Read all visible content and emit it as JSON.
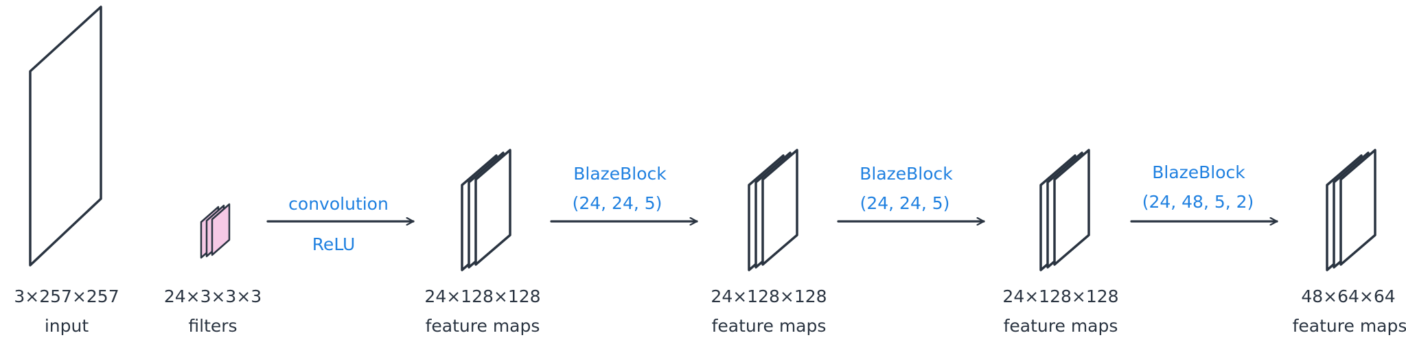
{
  "nodes": [
    {
      "id": "input",
      "dims": "3×257×257",
      "caption": "input"
    },
    {
      "id": "filters",
      "dims": "24×3×3×3",
      "caption": "filters"
    },
    {
      "id": "fm1",
      "dims": "24×128×128",
      "caption": "feature maps"
    },
    {
      "id": "fm2",
      "dims": "24×128×128",
      "caption": "feature maps"
    },
    {
      "id": "fm3",
      "dims": "24×128×128",
      "caption": "feature maps"
    },
    {
      "id": "fm4",
      "dims": "48×64×64",
      "caption": "feature maps"
    }
  ],
  "edges": [
    {
      "from": "filters",
      "to": "fm1",
      "label_top": "convolution",
      "label_bottom": "ReLU"
    },
    {
      "from": "fm1",
      "to": "fm2",
      "label_top": "BlazeBlock",
      "label_bottom": "(24, 24, 5)"
    },
    {
      "from": "fm2",
      "to": "fm3",
      "label_top": "BlazeBlock",
      "label_bottom": "(24, 24, 5)"
    },
    {
      "from": "fm3",
      "to": "fm4",
      "label_top": "BlazeBlock",
      "label_bottom": "(24, 48, 5, 2)"
    }
  ],
  "colors": {
    "stroke": "#2a3441",
    "text": "#2a3441",
    "accent_text": "#1f80e0",
    "filter_fill": "#f6c9e6"
  }
}
